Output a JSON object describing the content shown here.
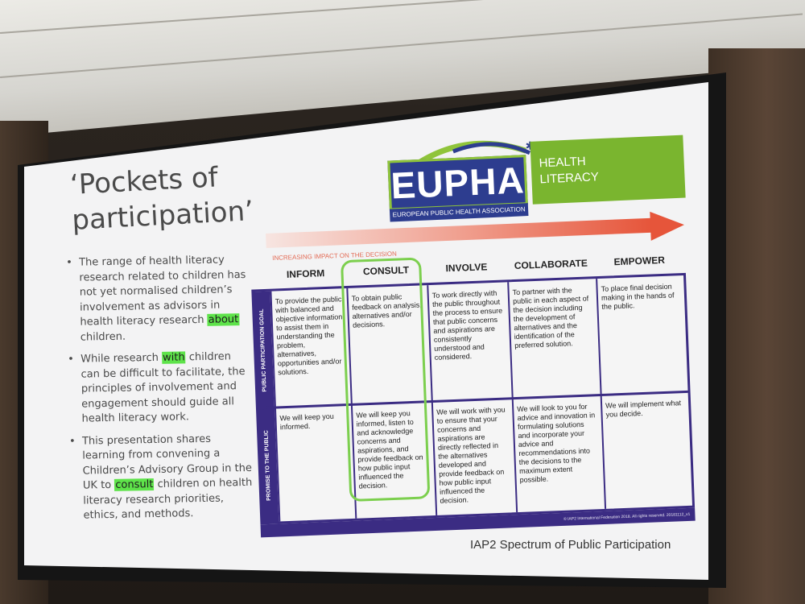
{
  "slide": {
    "title": "‘Pockets of participation’",
    "caption": "IAP2 Spectrum of Public Participation",
    "bullets": [
      {
        "before": "The range of health literacy research related to children has not yet normalised children’s involvement as advisors in health literacy research ",
        "highlight": "about",
        "after": " children."
      },
      {
        "before": "While research ",
        "highlight": "with",
        "after": " children can be difficult to facilitate, the principles of involvement and engagement should guide all health literacy work."
      },
      {
        "before": "This presentation shares learning from convening a Children’s Advisory Group in the UK to ",
        "highlight": "consult",
        "after": " children on health literacy research priorities, ethics, and methods."
      }
    ]
  },
  "logo": {
    "name": "EUPHA",
    "subtitle": "EUROPEAN PUBLIC HEALTH ASSOCIATION",
    "section_line1": "HEALTH",
    "section_line2": "LITERACY"
  },
  "spectrum": {
    "arrow_label": "INCREASING IMPACT ON THE DECISION",
    "columns": [
      "INFORM",
      "CONSULT",
      "INVOLVE",
      "COLLABORATE",
      "EMPOWER"
    ],
    "row_labels": [
      "PUBLIC PARTICIPATION GOAL",
      "PROMISE TO THE PUBLIC"
    ],
    "goals": [
      "To provide the public with balanced and objective information to assist them in understanding the problem, alternatives, opportunities and/or solutions.",
      "To obtain public feedback on analysis, alternatives and/or decisions.",
      "To work directly with the public throughout the process to ensure that public concerns and aspirations are consistently understood and considered.",
      "To partner with the public in each aspect of the decision including the development of alternatives and the identification of the preferred solution.",
      "To place final decision making in the hands of the public."
    ],
    "promises": [
      "We will keep you informed.",
      "We will keep you informed, listen to and acknowledge concerns and aspirations, and provide feedback on how public input influenced the decision.",
      "We will work with you to ensure that your concerns and aspirations are directly reflected in the alternatives developed and provide feedback on how public input influenced the decision.",
      "We will look to you for advice and innovation in formulating solutions and incorporate your advice and recommendations into the decisions to the maximum extent possible.",
      "We will implement what you decide."
    ],
    "copyright": "© IAP2 International Federation 2018. All rights reserved. 20181112_v1"
  },
  "colors": {
    "eupha_blue": "#2d3d8f",
    "eupha_green": "#7ab52f",
    "table_purple": "#3b2c83",
    "highlight_green": "#5ee34a",
    "arrow_red": "#e6553a",
    "consult_ring": "#7ccf4e"
  }
}
